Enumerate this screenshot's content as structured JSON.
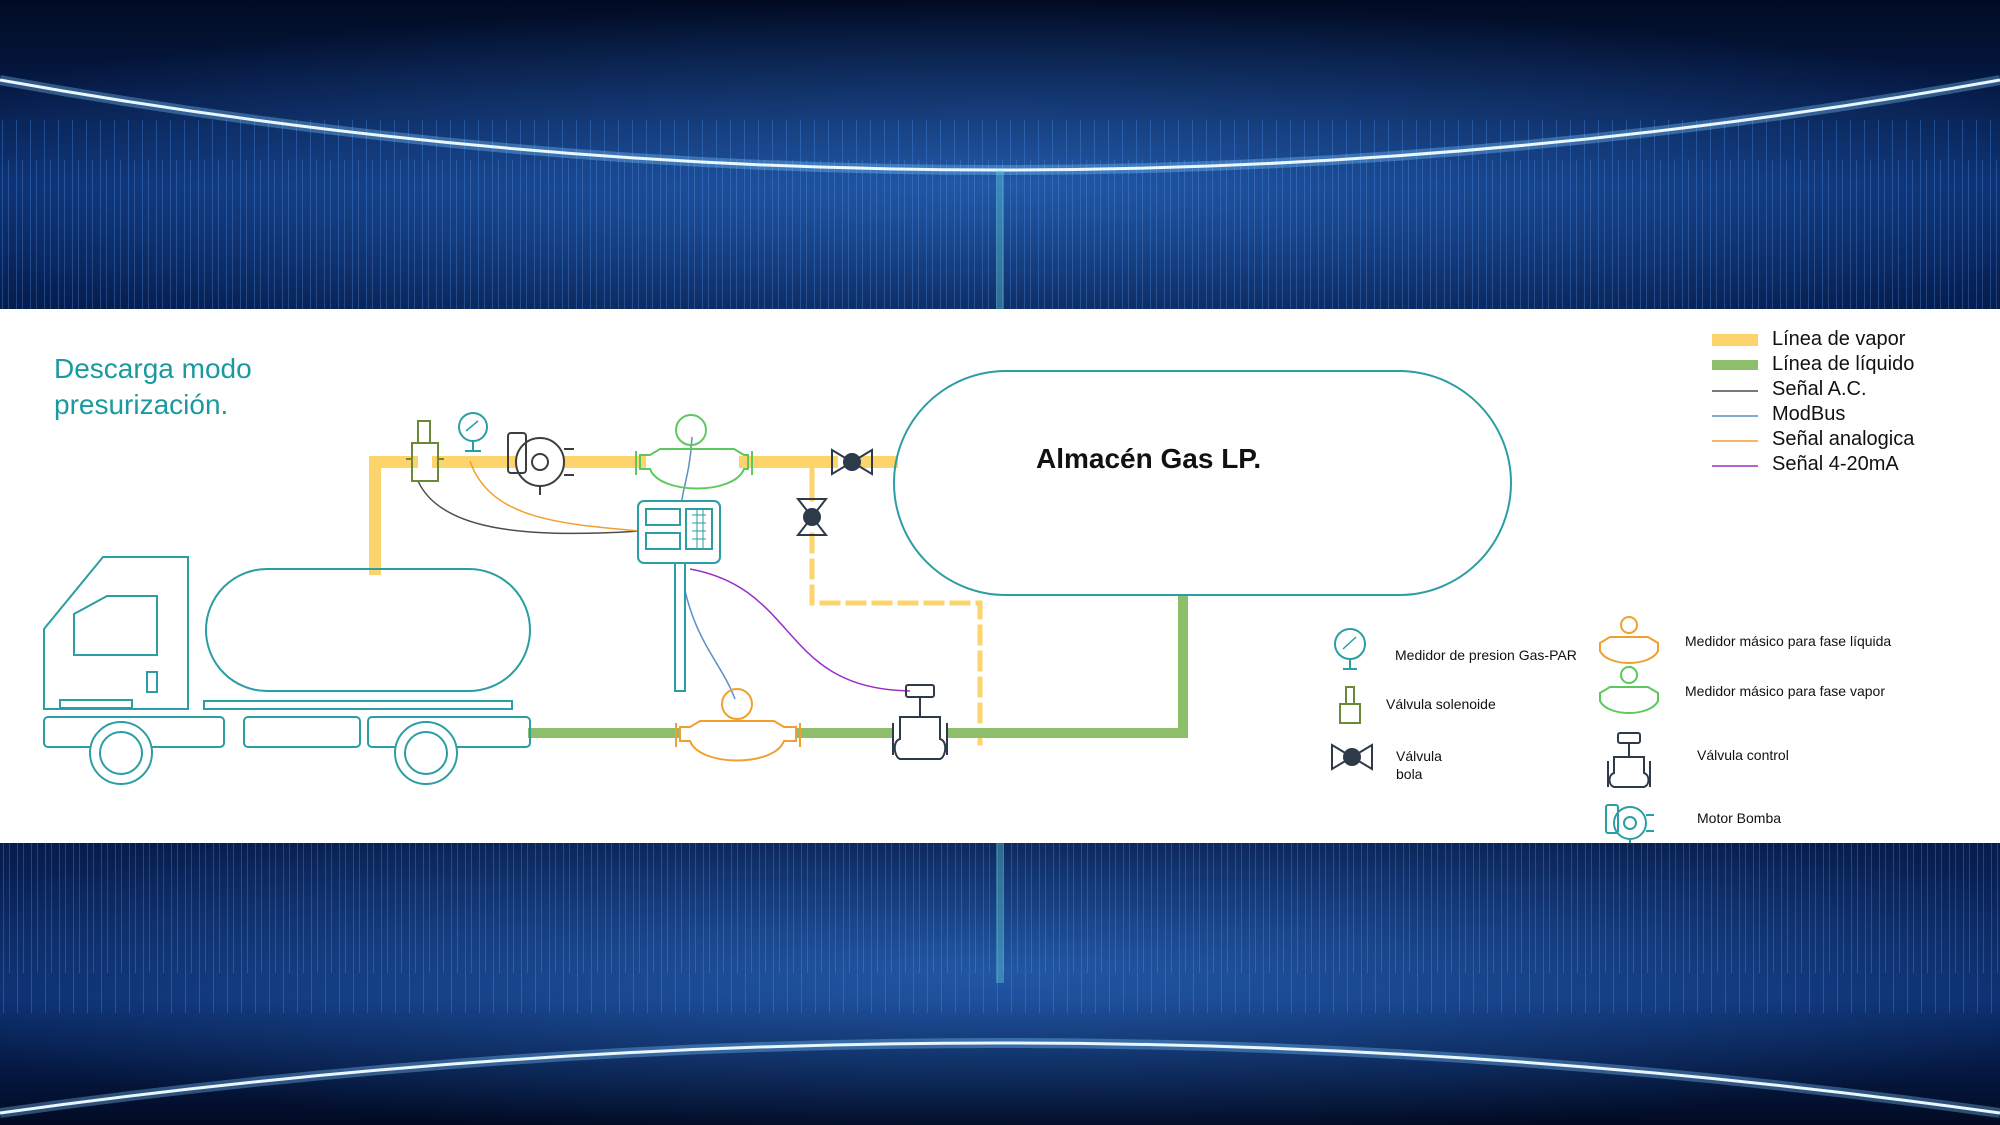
{
  "title_lines": [
    "Descarga modo",
    "presurización."
  ],
  "tank_label": "Almacén Gas LP.",
  "legend": [
    {
      "label": "Línea de vapor",
      "color": "#fcd46b",
      "weight": "thick"
    },
    {
      "label": "Línea de líquido",
      "color": "#8dbf6a",
      "weight": "thick"
    },
    {
      "label": "Señal A.C.",
      "color": "#4d4d4d",
      "weight": "thin"
    },
    {
      "label": "ModBus",
      "color": "#5b8fc7",
      "weight": "thin"
    },
    {
      "label": "Señal analogica",
      "color": "#f0a030",
      "weight": "thin"
    },
    {
      "label": "Señal 4-20mA",
      "color": "#9b30c8",
      "weight": "thin"
    }
  ],
  "symbols": {
    "pressure_gauge": "Medidor de presion Gas-PAR",
    "solenoid_valve": "Válvula solenoide",
    "ball_valve": [
      "Válvula",
      "bola"
    ],
    "liquid_mass_meter": "Medidor másico para fase líquida",
    "vapor_mass_meter": "Medidor másico para fase vapor",
    "control_valve": "Válvula control",
    "pump_motor": "Motor Bomba"
  },
  "colors": {
    "teal_outline": "#2b9ea3",
    "title": "#1a9aa0",
    "vapor": "#fcd46b",
    "liquid": "#8dbf6a",
    "ac_signal": "#4d4d4d",
    "modbus": "#5b8fc7",
    "analog_signal": "#f0a030",
    "signal_4_20": "#9b30c8",
    "vapor_meter": "#5ec85e",
    "solenoid": "#6a8a3a",
    "valve_dark": "#2d3a4a",
    "background_dark": "#03183e"
  }
}
